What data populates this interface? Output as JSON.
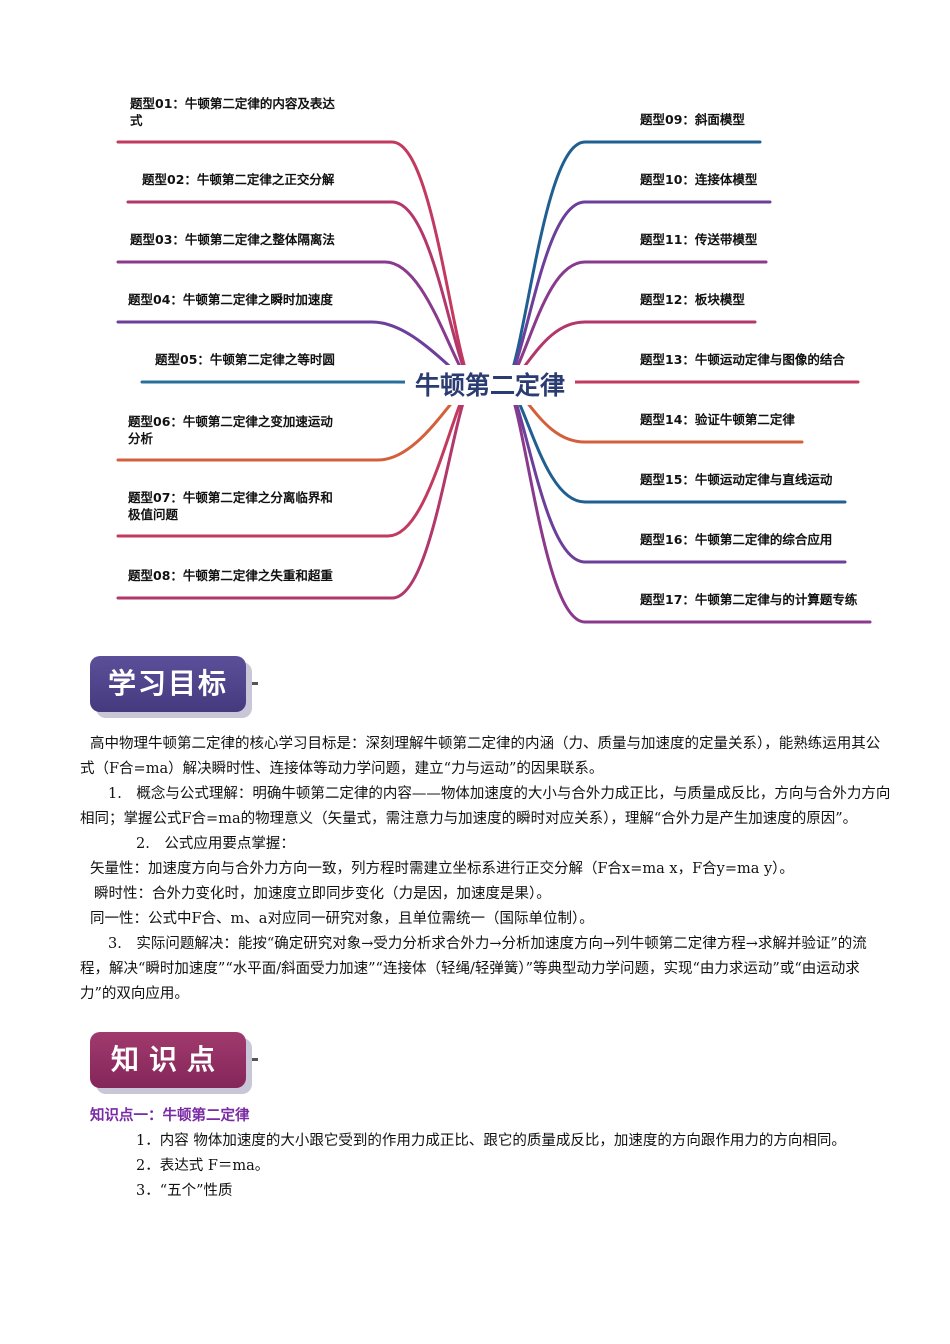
{
  "mindmap": {
    "center": "牛顿第二定律",
    "left_items": [
      {
        "lines": [
          "题型01：牛顿第二定律的内容及表达",
          "式"
        ],
        "color": "#c23a5f"
      },
      {
        "lines": [
          "题型02：牛顿第二定律之正交分解"
        ],
        "color": "#b2376a"
      },
      {
        "lines": [
          "题型03：牛顿第二定律之整体隔离法"
        ],
        "color": "#8a3a8c"
      },
      {
        "lines": [
          "题型04：牛顿第二定律之瞬时加速度"
        ],
        "color": "#6b3f9a"
      },
      {
        "lines": [
          "题型05：牛顿第二定律之等时圆"
        ],
        "color": "#2a6f9a"
      },
      {
        "lines": [
          "题型06：牛顿第二定律之变加速运动",
          "分析"
        ],
        "color": "#d4603b"
      },
      {
        "lines": [
          "题型07：牛顿第二定律之分离临界和",
          "极值问题"
        ],
        "color": "#c23a5f"
      },
      {
        "lines": [
          "题型08：牛顿第二定律之失重和超重"
        ],
        "color": "#b2376a"
      }
    ],
    "right_items": [
      {
        "lines": [
          "题型09：斜面模型"
        ],
        "color": "#1f5f91"
      },
      {
        "lines": [
          "题型10：连接体模型"
        ],
        "color": "#6b3f9a"
      },
      {
        "lines": [
          "题型11：传送带模型"
        ],
        "color": "#8a3a8c"
      },
      {
        "lines": [
          "题型12：板块模型"
        ],
        "color": "#b2376a"
      },
      {
        "lines": [
          "题型13：牛顿运动定律与图像的结合"
        ],
        "color": "#c23a5f"
      },
      {
        "lines": [
          "题型14：验证牛顿第二定律"
        ],
        "color": "#d4603b"
      },
      {
        "lines": [
          "题型15：牛顿运动定律与直线运动"
        ],
        "color": "#1f5f91"
      },
      {
        "lines": [
          "题型16：牛顿第二定律的综合应用"
        ],
        "color": "#6b3f9a"
      },
      {
        "lines": [
          "题型17：牛顿第二定律与的计算题专练"
        ],
        "color": "#8a3a8c"
      }
    ]
  },
  "goals": {
    "banner": "学习目标",
    "intro": "高中物理牛顿第二定律的核心学习目标是：深刻理解牛顿第二定律的内涵（力、质量与加速度的定量关系），能熟练运用其公式（F合=ma）解决瞬时性、连接体等动力学问题，建立“力与运动”的因果联系。",
    "item1": "1.　概念与公式理解：明确牛顿第二定律的内容——物体加速度的大小与合外力成正比，与质量成反比，方向与合外力方向相同；掌握公式F合=ma的物理意义（矢量式，需注意力与加速度的瞬时对应关系），理解“合外力是产生加速度的原因”。",
    "item2": "2.　公式应用要点掌握：",
    "point_vector": "矢量性：加速度方向与合外力方向一致，列方程时需建立坐标系进行正交分解（F合x=ma x，F合y=ma y）。",
    "point_instant": "瞬时性：合外力变化时，加速度立即同步变化（力是因，加速度是果）。",
    "point_same": "同一性：公式中F合、m、a对应同一研究对象，且单位需统一（国际单位制）。",
    "item3": "3.　实际问题解决：能按“确定研究对象→受力分析求合外力→分析加速度方向→列牛顿第二定律方程→求解并验证”的流程，解决“瞬时加速度”“水平面/斜面受力加速”“连接体（轻绳/轻弹簧）”等典型动力学问题，实现“由力求运动”或“由运动求力”的双向应用。"
  },
  "knowledge": {
    "banner": "知识点",
    "heading": "知识点一：牛顿第二定律",
    "item1": "1．内容 物体加速度的大小跟它受到的作用力成正比、跟它的质量成反比，加速度的方向跟作用力的方向相同。",
    "item2": "2．表达式 F＝ma。",
    "item3": "3．“五个”性质"
  }
}
